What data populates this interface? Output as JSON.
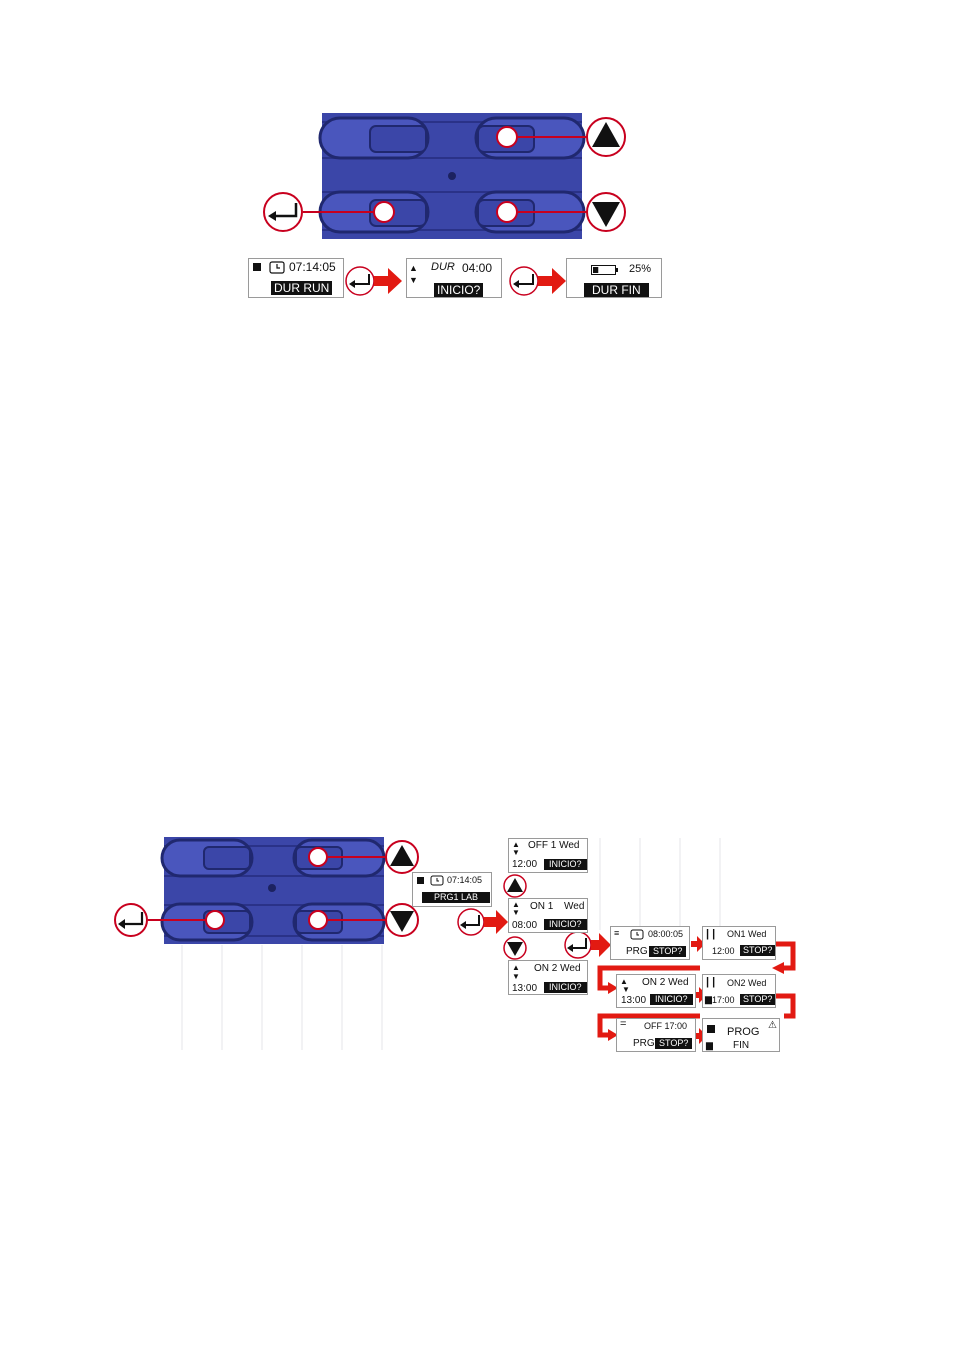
{
  "colors": {
    "device_blue": "#3b46a8",
    "accent_red": "#c8001e",
    "arrow_red": "#e21a12"
  },
  "top": {
    "screen1": {
      "time": "07:14:05",
      "label": "DUR RUN",
      "icons": [
        "stop-square-icon",
        "clock-icon"
      ]
    },
    "screen2": {
      "dur_label": "DUR",
      "dur_value": "04:00",
      "label": "INICIO?",
      "icons": [
        "up-arrow-icon",
        "down-arrow-icon"
      ]
    },
    "screen3": {
      "battery_percent": "25%",
      "label": "DUR FIN",
      "battery_level": 0.25
    }
  },
  "bottom": {
    "main_screen": {
      "time": "07:14:05",
      "label": "PRG1 LAB"
    },
    "off1": {
      "title": "OFF 1 Wed",
      "time": "12:00",
      "label": "INICIO?"
    },
    "on1": {
      "title_a": "ON 1",
      "title_b": "Wed",
      "time": "08:00",
      "label": "INICIO?"
    },
    "on2": {
      "title": "ON 2 Wed",
      "time": "13:00",
      "label": "INICIO?"
    },
    "run_prg": {
      "time": "08:00:05",
      "prg": "PRG",
      "label": "STOP?"
    },
    "run_on1": {
      "title": "ON1 Wed",
      "time": "12:00",
      "label": "STOP?"
    },
    "run_on2_start": {
      "title": "ON 2 Wed",
      "time": "13:00",
      "label": "INICIO?"
    },
    "run_on2": {
      "title": "ON2 Wed",
      "time": "17:00",
      "label": "STOP?"
    },
    "run_off": {
      "title": "OFF 17:00",
      "prg": "PRG",
      "label": "STOP?"
    },
    "end": {
      "line1": "PROG",
      "line2": "FIN"
    }
  }
}
